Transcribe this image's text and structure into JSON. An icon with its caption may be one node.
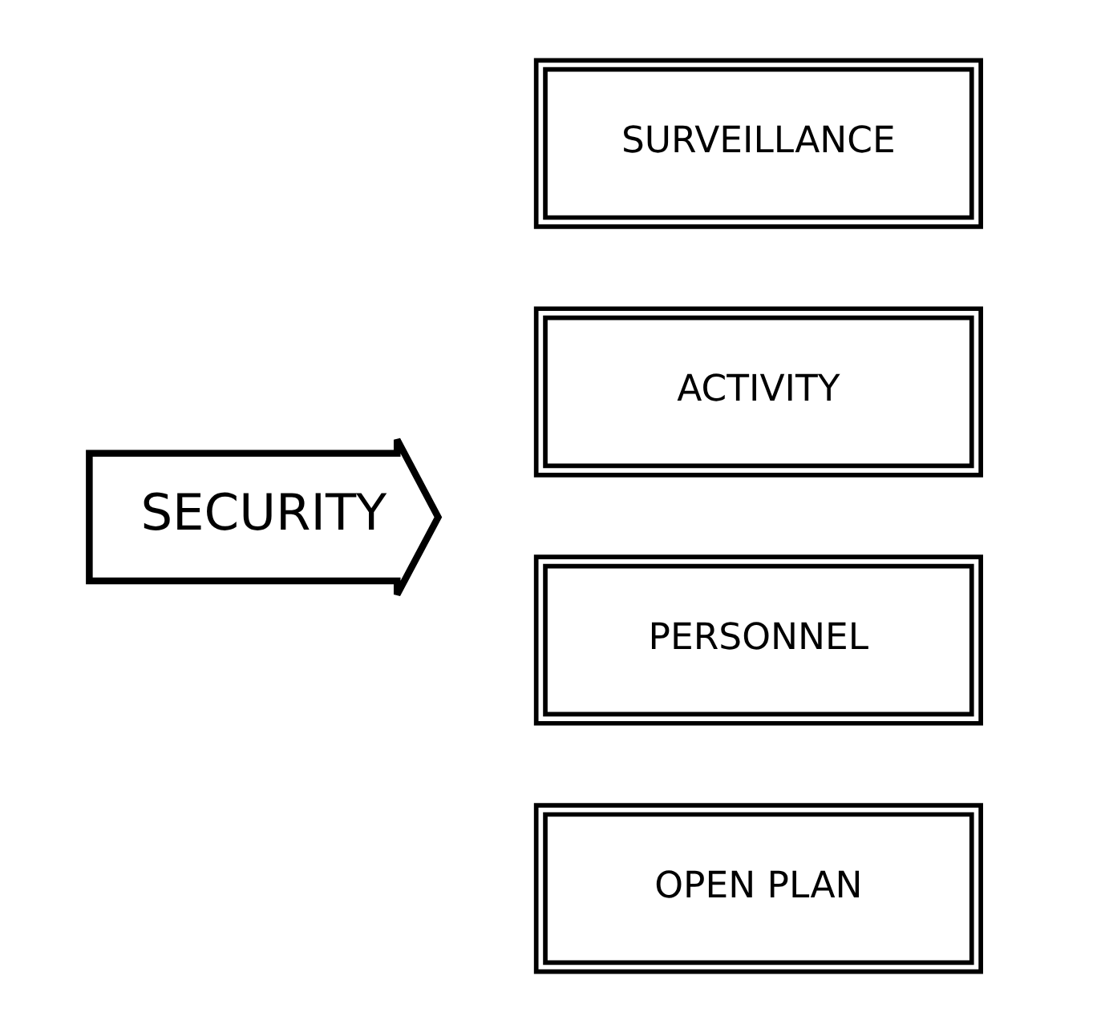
{
  "diagram": {
    "nodes": [
      {
        "text": [
          "SECURITY"
        ]
      },
      {
        "text": [
          "SURVEILLANCE"
        ]
      },
      {
        "text": [
          "ACTIVITY"
        ]
      },
      {
        "text": [
          "PERSONNEL"
        ]
      },
      {
        "text": [
          "OPEN PLAN"
        ]
      }
    ]
  }
}
